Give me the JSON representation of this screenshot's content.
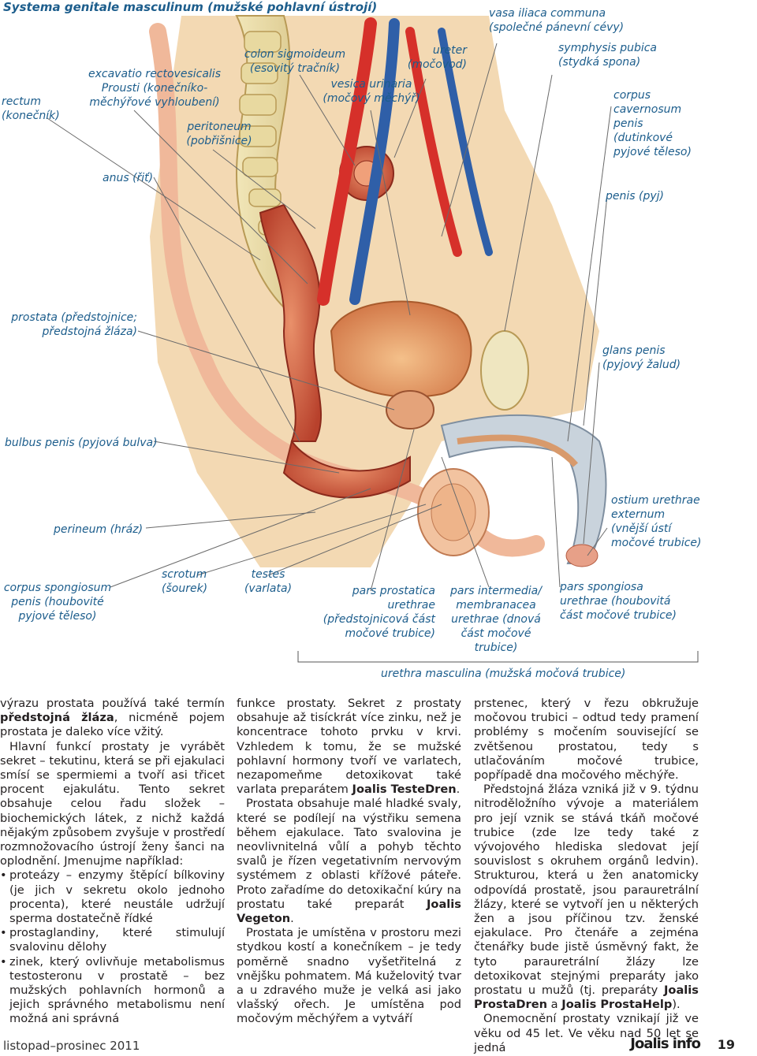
{
  "figure": {
    "title": "Systema genitale masculinum (mužské pohlavní ústrojí)",
    "labels": {
      "rectum": [
        "rectum",
        "(konečník)"
      ],
      "excavatio": [
        "excavatio rectovesicalis",
        "Prousti (konečníko-",
        "měchýřové vyhloubení)"
      ],
      "peritoneum": [
        "peritoneum",
        "(pobřišnice)"
      ],
      "colon": [
        "colon sigmoideum",
        "(esovitý tračník)"
      ],
      "ureter": [
        "ureter",
        "(močovod)"
      ],
      "vesica": [
        "vesica urinaria",
        "(močový měchýř)"
      ],
      "vasa": [
        "vasa iliaca communa",
        "(společné pánevní cévy)"
      ],
      "symphysis": [
        "symphysis pubica",
        "(stydká spona)"
      ],
      "corpus_cav": [
        "corpus",
        "cavernosum",
        "penis",
        "(dutinkové",
        "pyjové těleso)"
      ],
      "anus": [
        "anus (řiť)"
      ],
      "penis": [
        "penis (pyj)"
      ],
      "prostata": [
        "prostata (předstojnice;",
        "předstojná žláza)"
      ],
      "glans": [
        "glans penis",
        "(pyjový žalud)"
      ],
      "bulbus": [
        "bulbus penis (pyjová bulva)"
      ],
      "perineum": [
        "perineum (hráz)"
      ],
      "ostium": [
        "ostium urethrae",
        "externum",
        "(vnější ústí",
        "močové trubice)"
      ],
      "corpus_spong": [
        "corpus spongiosum",
        "penis (houbovité",
        "pyjové těleso)"
      ],
      "scrotum": [
        "scrotum",
        "(šourek)"
      ],
      "testes": [
        "testes",
        "(varlata)"
      ],
      "pars_prost": [
        "pars prostatica urethrae",
        "(předstojnicová část",
        "močové trubice)"
      ],
      "pars_inter": [
        "pars intermedia/",
        "membranacea",
        "urethrae (dnová",
        "část močové",
        "trubice)"
      ],
      "pars_spong": [
        "pars spongiosa",
        "urethrae (houbovitá",
        "část močové trubice)"
      ],
      "urethra": [
        "urethra masculina (mužská močová trubice)"
      ]
    }
  },
  "text": {
    "col1": {
      "p1_a": "výrazu prostata používá také termín ",
      "p1_b": "před­stojná žláza",
      "p1_c": ", nicméně pojem prostata je daleko více vžitý.",
      "p2": "Hlavní funkcí prostaty je vyrábět sekret – tekutinu, která se při ejakulaci smísí se spermiemi a tvoří asi třicet procent ejaku­látu. Tento sekret obsahuje celou řadu slo­žek – biochemických látek, z nichž každá nějakým způsobem zvyšuje v prostředí rozmnožovacího ústrojí ženy šanci na oplodnění. Jmenujme například:",
      "bullets": [
        "proteázy – enzymy štěpící bílkoviny (je jich v sekretu okolo jednoho procenta), které neustále udržují sperma dostateč­ně řídké",
        "prostaglandiny, které stimulují svalovinu dělohy",
        "zinek, který ovlivňuje metabolismus tes­tosteronu v prostatě – bez mužských po­hlavních hormonů a jejich správného metabolismu není možná ani správná"
      ]
    },
    "col2": {
      "p1_a": "funkce prostaty. Sekret z prostaty obsa­huje až tisíckrát více zinku, než je kon­centrace tohoto prvku v krvi. Vzhledem k tomu, že se mužské pohlavní hormony tvoří ve varlatech, nezapomeňme deto­xikovat také varlata preparátem ",
      "p1_b": "Joalis TesteDren",
      "p1_c": ".",
      "p2_a": "Prostata obsahuje malé hladké svaly, kte­ré se podílejí na výstřiku semena během ejakulace. Tato svalovina je neovlivnitelná vůlí a pohyb těchto svalů je řízen vegeta­tivním nervovým systémem z oblasti kří­žové páteře. Proto zařadíme do detoxi­kační kúry na prostatu také preparát ",
      "p2_b": "Joalis Vegeton",
      "p2_c": ".",
      "p3": "Prostata je umístěna v prostoru mezi stydkou kostí a konečníkem – je tedy po­měrně snadno vyšetřitelná z vnějšku po­hmatem. Má kuželovitý tvar a u zdravého muže je velká asi jako vlašský ořech. Je umístěna pod močovým měchýřem a vytváří"
    },
    "col3": {
      "p1_a": "prstenec, který v řezu obkružuje močovou trubici – odtud tedy pramení problémy s močením související se zvětšenou prosta­tou, tedy s utlačováním močové trubice, popřípadě dna močového měchýře.",
      "p2_a": "Předstojná žláza vzniká již v 9. týdnu nit­roděložního vývoje a materiálem pro její vznik se stává tkáň močové trubice (zde lze tedy také z vývojového hlediska sledo­vat její souvislost s okruhem orgánů led­vin). Strukturou, která u žen anatomicky odpovídá prostatě, jsou parauretrální žlá­zy, které se vytvoří jen u některých žen a jsou příčinou tzv. ženské ejakulace. Pro čtenáře a zejména čtenářky bude jistě ús­měvný fakt, že tyto parauretrální žlázy lze detoxikovat stejnými preparáty jako pro­statu u mužů (tj. preparáty ",
      "p2_b": "Joalis Prosta­Dren",
      "p2_c": " a ",
      "p2_d": "Joalis ProstaHelp",
      "p2_e": ").",
      "p3": "Onemocnění prostaty vznikají již ve vě­ku od 45 let. Ve věku nad 50 let se jedná"
    }
  },
  "footer": {
    "issue": "listopad–prosinec 2011",
    "brand": "Joalis info",
    "page": "19"
  }
}
